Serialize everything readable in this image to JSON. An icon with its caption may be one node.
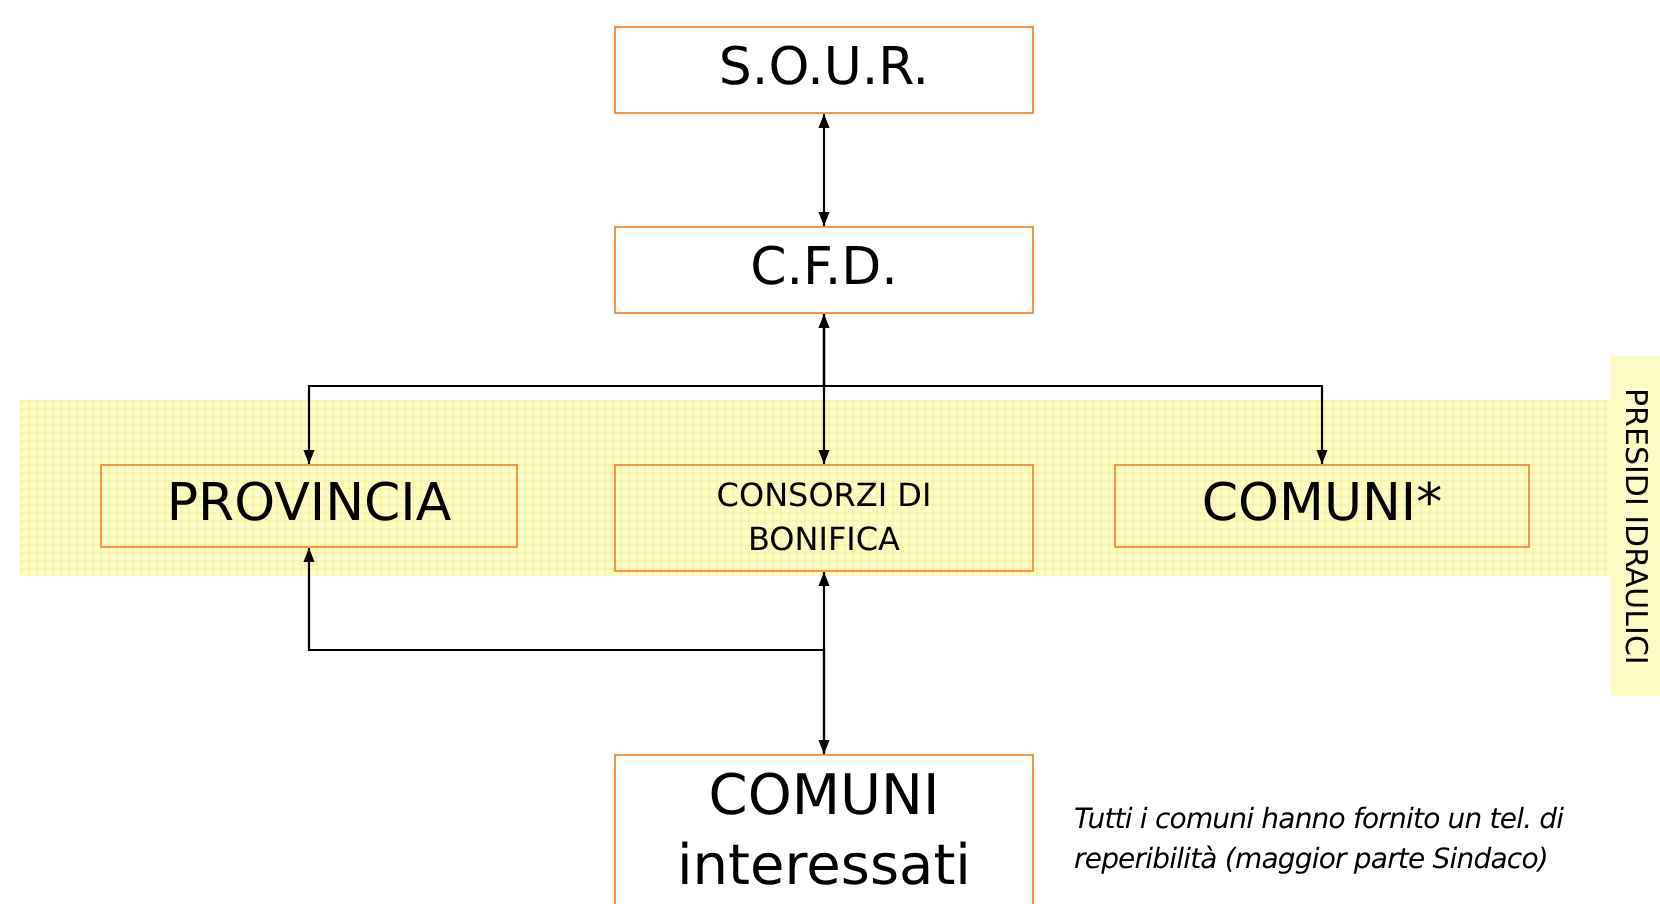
{
  "diagram": {
    "nodes": [
      {
        "text": [
          "S.O.U.R."
        ]
      },
      {
        "text": [
          "C.F.D."
        ]
      },
      {
        "text": [
          "PRESIDI IDRAULICI"
        ]
      },
      {
        "text": [
          "PROVINCIA"
        ],
        "in": 2
      },
      {
        "text": [
          "CONSORZI DI BONIFICA"
        ],
        "in": 2
      },
      {
        "text": [
          "COMUNI*"
        ],
        "in": 2
      },
      {
        "text": [
          "COMUNI interessati"
        ]
      }
    ],
    "edges": [
      {
        "from": 0,
        "to": 1,
        "arrow": "both"
      },
      {
        "from": 1,
        "to": 3,
        "arrow": "to"
      },
      {
        "from": 1,
        "to": 4,
        "arrow": "both"
      },
      {
        "from": 1,
        "to": 5,
        "arrow": "to"
      },
      {
        "from": 4,
        "to": 6,
        "arrow": "both"
      },
      {
        "from": 6,
        "to": 3,
        "arrow": "to"
      }
    ],
    "labels": [
      "Tutti i comuni hanno fornito un tel. di reperibilità (maggior parte Sindaco)"
    ]
  }
}
